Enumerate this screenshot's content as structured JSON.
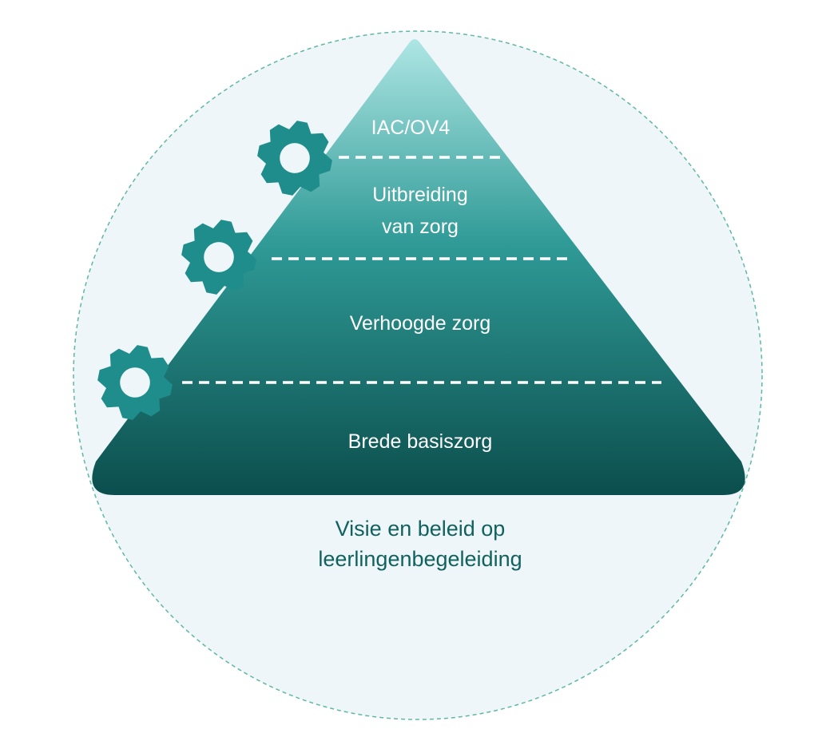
{
  "colors": {
    "circle_fill": "#eef6fa",
    "circle_border": "#5fb8a4",
    "pyramid_top": "#aee6e4",
    "pyramid_mid": "#2f9a96",
    "pyramid_bottom": "#0b4e4d",
    "gear": "#1f8d8b",
    "divider": "#ffffff",
    "caption": "#11625f"
  },
  "pyramid": {
    "tiers": [
      {
        "lines": [
          "IAC/OV4"
        ]
      },
      {
        "lines": [
          "Uitbreiding",
          "van zorg"
        ]
      },
      {
        "lines": [
          "Verhoogde zorg"
        ]
      },
      {
        "lines": [
          "Brede basiszorg"
        ]
      }
    ]
  },
  "foundation": {
    "lines": [
      "Visie en beleid op",
      "leerlingenbegeleiding"
    ]
  },
  "gears": [
    {
      "icon": "gear-icon"
    },
    {
      "icon": "gear-icon"
    },
    {
      "icon": "gear-icon"
    }
  ]
}
